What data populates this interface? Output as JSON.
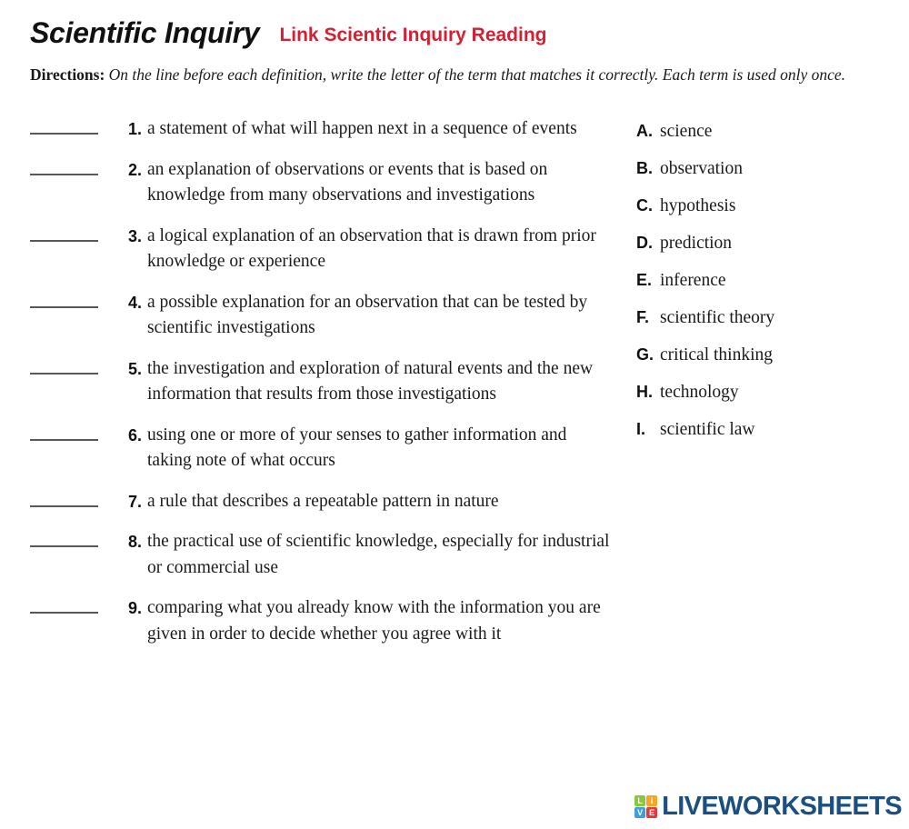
{
  "header": {
    "title": "Scientific Inquiry",
    "subtitle": "Link Scientic Inquiry Reading",
    "subtitle_color": "#d42032",
    "directions_label": "Directions:",
    "directions_text": "On the line before each definition, write the letter of the term that matches it correctly. Each term is used only once."
  },
  "items": [
    {
      "number": "1.",
      "text": "a statement of what will happen next in a sequence of events"
    },
    {
      "number": "2.",
      "text": "an explanation of observations or events that is based on knowledge from many observations and investigations"
    },
    {
      "number": "3.",
      "text": "a logical explanation of an observation that is drawn from prior knowledge or experience"
    },
    {
      "number": "4.",
      "text": "a possible explanation for an observation that can be tested by scientific investigations"
    },
    {
      "number": "5.",
      "text": "the investigation and exploration of natural events and the new information that results from those investigations"
    },
    {
      "number": "6.",
      "text": "using one or more of your senses to gather information and taking note of what occurs"
    },
    {
      "number": "7.",
      "text": "a rule that describes a repeatable pattern in nature"
    },
    {
      "number": "8.",
      "text": "the practical use of scientific knowledge, especially for industrial or commercial use"
    },
    {
      "number": "9.",
      "text": "comparing what you already know with the information you are given in order to decide whether you agree with it"
    }
  ],
  "options": [
    {
      "letter": "A.",
      "label": "science"
    },
    {
      "letter": "B.",
      "label": "observation"
    },
    {
      "letter": "C.",
      "label": "hypothesis"
    },
    {
      "letter": "D.",
      "label": "prediction"
    },
    {
      "letter": "E.",
      "label": "inference"
    },
    {
      "letter": "F.",
      "label": "scientific theory"
    },
    {
      "letter": "G.",
      "label": "critical thinking"
    },
    {
      "letter": "H.",
      "label": "technology"
    },
    {
      "letter": "I.",
      "label": "scientific law"
    }
  ],
  "answer_blanks": [
    "",
    "",
    "",
    "",
    "",
    "",
    "",
    "",
    ""
  ],
  "footer": {
    "logo_word": "LIVEWORKSHEETS",
    "logo_word_color": "#1a4f80",
    "logo_tiles": [
      {
        "letter": "L",
        "color": "#8cc63e"
      },
      {
        "letter": "I",
        "color": "#f5a623"
      },
      {
        "letter": "V",
        "color": "#3f9fd6"
      },
      {
        "letter": "E",
        "color": "#e03a3e"
      }
    ]
  }
}
